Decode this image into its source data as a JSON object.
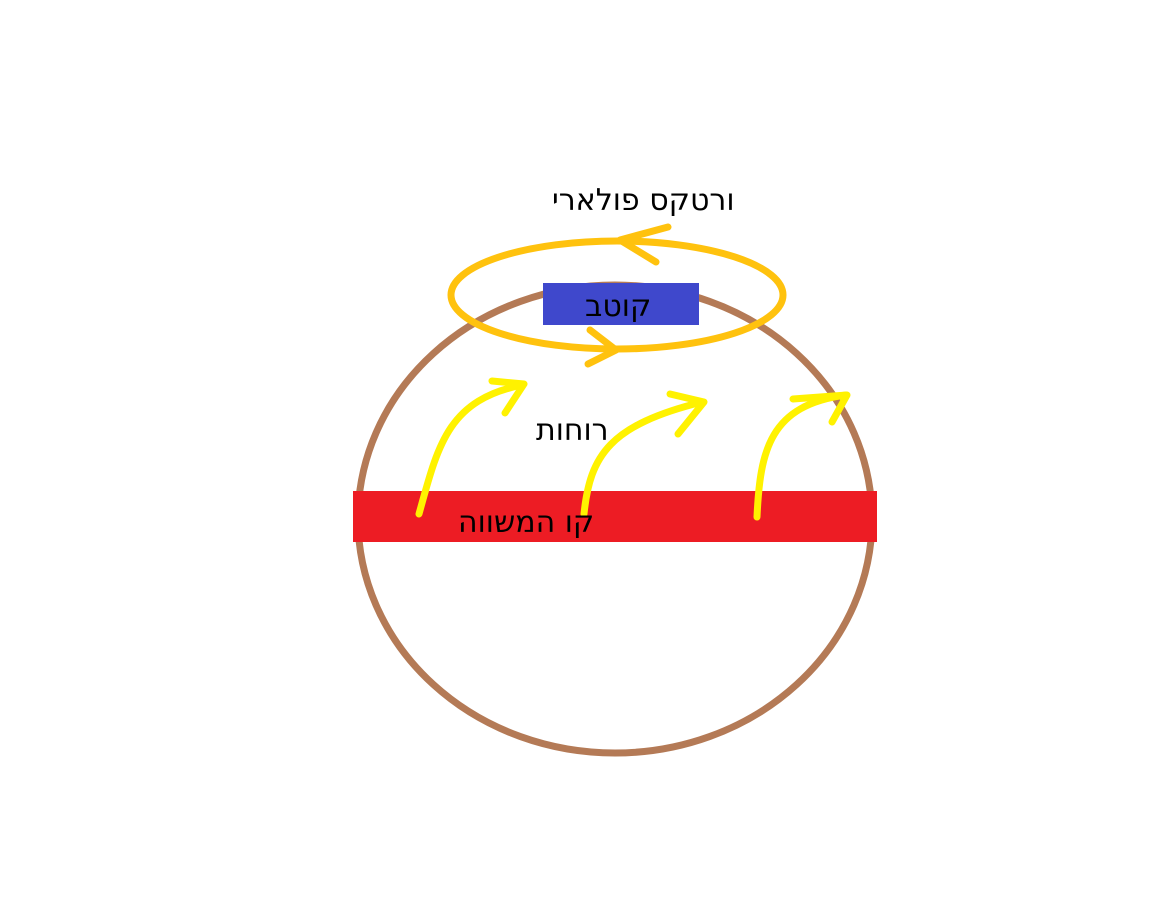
{
  "labels": {
    "vortex": "ורטקס פולארי",
    "pole": "קוטב",
    "winds": "רוחות",
    "equator": "קו המשווה"
  },
  "colors": {
    "earth_outline": "#b47a56",
    "equator_band": "#ed1c24",
    "pole_box": "#3f48cc",
    "vortex_ring": "#ffc20e",
    "wind_arrows": "#fff200",
    "text": "#000000"
  },
  "icons": {
    "earth": "circle-outline",
    "vortex": "elliptical-ring-with-arrowheads",
    "winds": "curved-arrows"
  }
}
